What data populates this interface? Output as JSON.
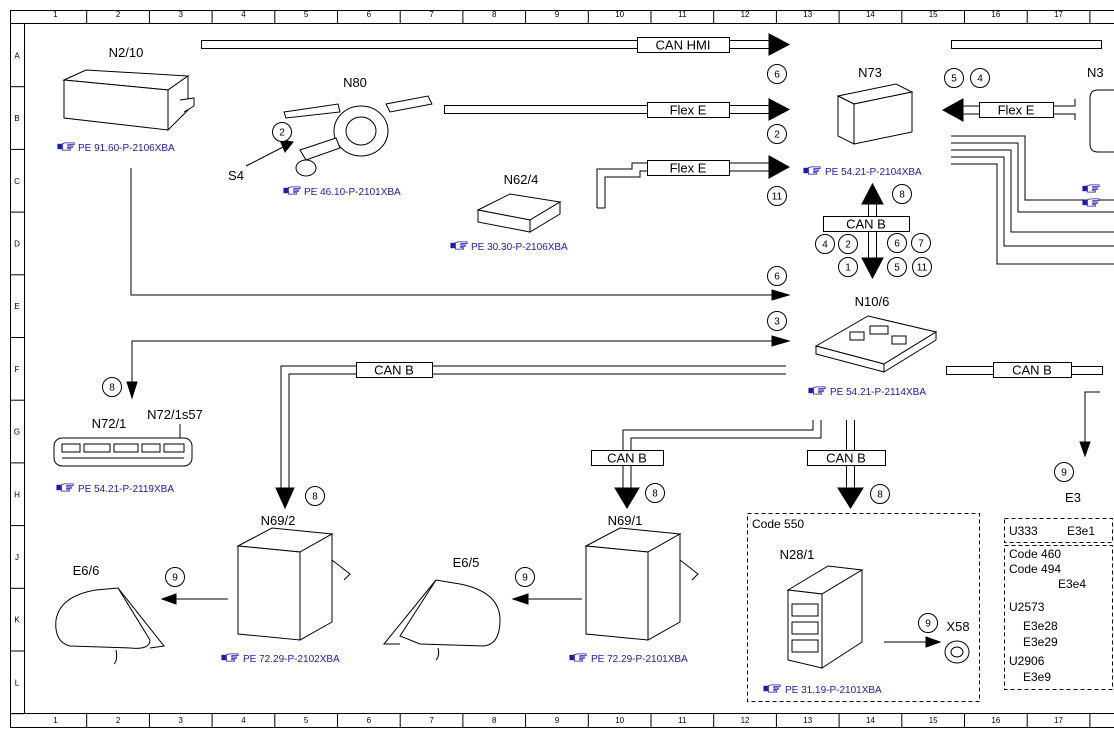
{
  "grid": {
    "columns": [
      "1",
      "2",
      "3",
      "4",
      "5",
      "6",
      "7",
      "8",
      "9",
      "10",
      "11",
      "12",
      "13",
      "14",
      "15",
      "16",
      "17"
    ],
    "rows": [
      "A",
      "B",
      "C",
      "D",
      "E",
      "F",
      "G",
      "H",
      "J",
      "K",
      "L"
    ]
  },
  "components": {
    "n2_10": {
      "label": "N2/10",
      "ref": "PE 91.60-P-2106XBA"
    },
    "n80": {
      "label": "N80",
      "ref": "PE 46.10-P-2101XBA"
    },
    "s4": {
      "label": "S4"
    },
    "n62_4": {
      "label": "N62/4",
      "ref": "PE 30.30-P-2106XBA"
    },
    "n73": {
      "label": "N73",
      "ref": "PE 54.21-P-2104XBA"
    },
    "n3": {
      "label": "N3"
    },
    "n10_6": {
      "label": "N10/6",
      "ref": "PE 54.21-P-2114XBA"
    },
    "n72_1": {
      "label": "N72/1",
      "ref": "PE 54.21-P-2119XBA"
    },
    "n72_1s57": {
      "label": "N72/1s57"
    },
    "n69_2": {
      "label": "N69/2",
      "ref": "PE 72.29-P-2102XBA"
    },
    "n69_1": {
      "label": "N69/1",
      "ref": "PE 72.29-P-2101XBA"
    },
    "e6_6": {
      "label": "E6/6"
    },
    "e6_5": {
      "label": "E6/5"
    },
    "n28_1": {
      "label": "N28/1",
      "ref": "PE 31.19-P-2101XBA"
    },
    "x58": {
      "label": "X58"
    },
    "e3": {
      "label": "E3"
    }
  },
  "buses": {
    "can_hmi": "CAN HMI",
    "flex_e": "Flex E",
    "can_b": "CAN B"
  },
  "markers": {
    "m1": "1",
    "m2": "2",
    "m3": "3",
    "m4": "4",
    "m5": "5",
    "m6": "6",
    "m7": "7",
    "m8": "8",
    "m9": "9",
    "m11": "11"
  },
  "code_box": {
    "title": "Code 550"
  },
  "e3_box": {
    "u333": "U333",
    "e3e1": "E3e1",
    "code460": "Code 460",
    "code494": "Code 494",
    "e3e4": "E3e4",
    "u2573": "U2573",
    "e3e28": "E3e28",
    "e3e29": "E3e29",
    "u2906": "U2906",
    "e3e9": "E3e9"
  },
  "colors": {
    "line": "#000000",
    "reference": "#1a1ab8",
    "background": "#ffffff"
  },
  "icons": {
    "reference": "pointing-hand-icon"
  }
}
